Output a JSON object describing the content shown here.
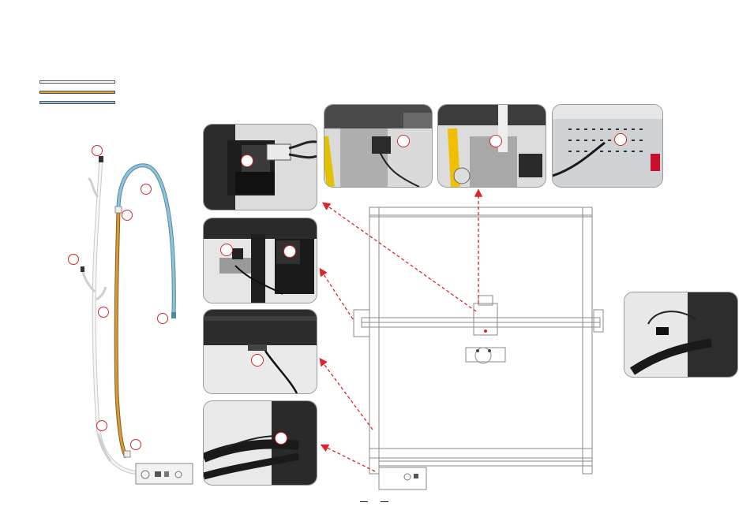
{
  "legend": [
    {
      "name": "white-cable",
      "color": "#ffffff"
    },
    {
      "name": "orange-cable",
      "color": "#d99a3a"
    },
    {
      "name": "blue-cable",
      "color": "#8ec3d8"
    }
  ],
  "colors": {
    "leader_arrow": "#d9262c",
    "marker_ring": "#d9262c",
    "frame_stroke": "#8a8a8a",
    "orange_cable": "#d99a3a",
    "blue_cable": "#8ec3d8",
    "white_cable": "#f4f4f4"
  },
  "photos": [
    {
      "name": "photo-y-motor-connector"
    },
    {
      "name": "photo-x-motor-limit-switch"
    },
    {
      "name": "photo-rail-limit-switch"
    },
    {
      "name": "photo-controller-cable-bundle"
    },
    {
      "name": "photo-laser-module-left"
    },
    {
      "name": "photo-laser-module-right"
    },
    {
      "name": "photo-control-box-port"
    },
    {
      "name": "photo-laser-head-cable-closeup"
    }
  ],
  "icons": [
    "numbered-marker",
    "dashed-arrow",
    "engraver-frame",
    "cable-harness",
    "control-box"
  ]
}
